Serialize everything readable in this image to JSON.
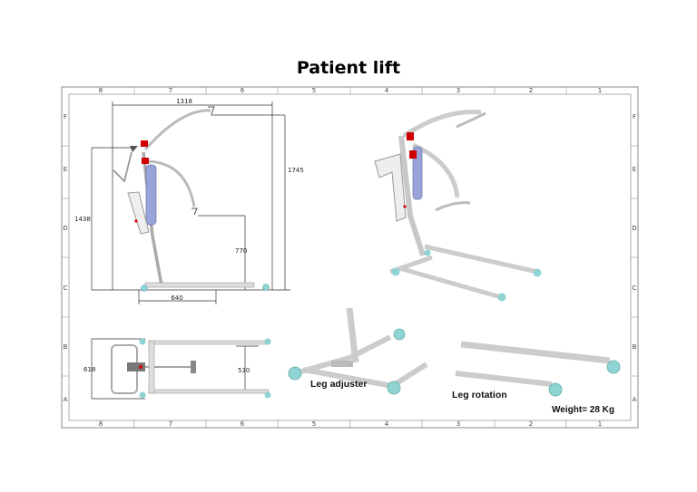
{
  "title": "Patient lift",
  "border": {
    "columns": [
      "8",
      "7",
      "6",
      "5",
      "4",
      "3",
      "2",
      "1"
    ],
    "rows": [
      "F",
      "E",
      "D",
      "C",
      "B",
      "A"
    ]
  },
  "side_view_dims": {
    "width": "1318",
    "height": "1745",
    "mast_height": "1438",
    "base_height": "770",
    "base_width": "640"
  },
  "top_view_dims": {
    "outer_width": "618",
    "inner_width": "530"
  },
  "captions": {
    "leg_adjuster": "Leg adjuster",
    "leg_rotation": "Leg rotation",
    "weight": "Weight= 28 Kg"
  },
  "colors": {
    "frame": "#9a9a9a",
    "metal": "#d8d8d8",
    "wheel": "#8fd3d3",
    "clamp": "#d00000",
    "actuator": "#9aa3d8",
    "line": "#444444"
  }
}
